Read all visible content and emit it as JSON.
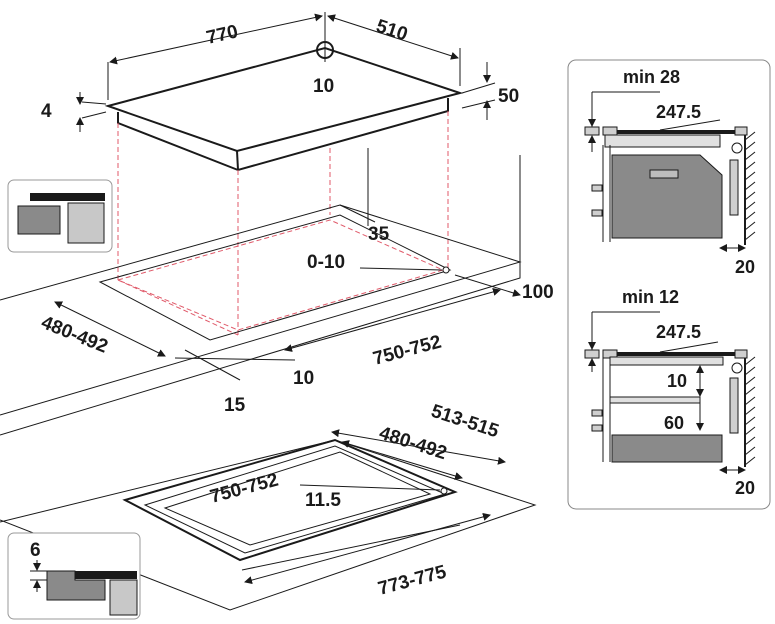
{
  "top_view": {
    "width": "770",
    "depth": "510",
    "height": "50",
    "glass_thickness": "4",
    "center_circle": "10",
    "cutout_rear_offset": "35",
    "cutout_tolerance": "0-10",
    "rear_clearance": "100",
    "cutout_depth": "480-492",
    "cutout_width": "750-752",
    "front_offset": "10",
    "front_clearance": "15"
  },
  "flush_view": {
    "outer_depth": "513-515",
    "inner_depth": "480-492",
    "inner_width": "750-752",
    "recess_width": "11.5",
    "outer_width": "773-775"
  },
  "flush_detail": {
    "value": "6"
  },
  "side_detail_top": {
    "min": "min 28",
    "depth": "247.5",
    "wall": "20"
  },
  "side_detail_bottom": {
    "min": "min 12",
    "depth": "247.5",
    "gap": "10",
    "spacing": "60",
    "wall": "20"
  }
}
